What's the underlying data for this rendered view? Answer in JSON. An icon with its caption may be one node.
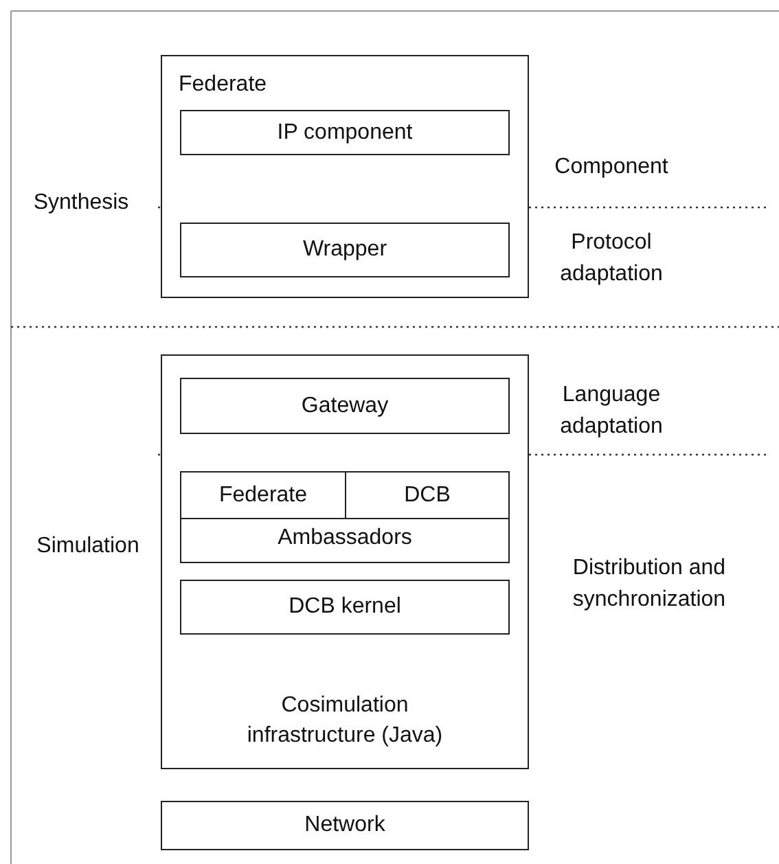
{
  "diagram": {
    "nodes": [
      {
        "text": [
          "Federate"
        ]
      },
      {
        "text": [
          "IP component"
        ],
        "in": 0
      },
      {
        "text": [
          "Wrapper"
        ],
        "in": 0
      },
      {
        "text": [
          "Cosimulation infrastructure (Java)"
        ]
      },
      {
        "text": [
          "Gateway"
        ],
        "in": 3
      },
      {
        "text": [
          "Ambassadors"
        ],
        "in": 3
      },
      {
        "text": [
          "Federate"
        ],
        "in": 5
      },
      {
        "text": [
          "DCB"
        ],
        "in": 5
      },
      {
        "text": [
          "DCB kernel"
        ],
        "in": 3
      },
      {
        "text": [
          "Network"
        ]
      }
    ],
    "edges": [],
    "labels": [
      "Synthesis",
      "Component",
      "Protocol adaptation",
      "Language adaptation",
      "Simulation",
      "Distribution and synchronization"
    ]
  }
}
